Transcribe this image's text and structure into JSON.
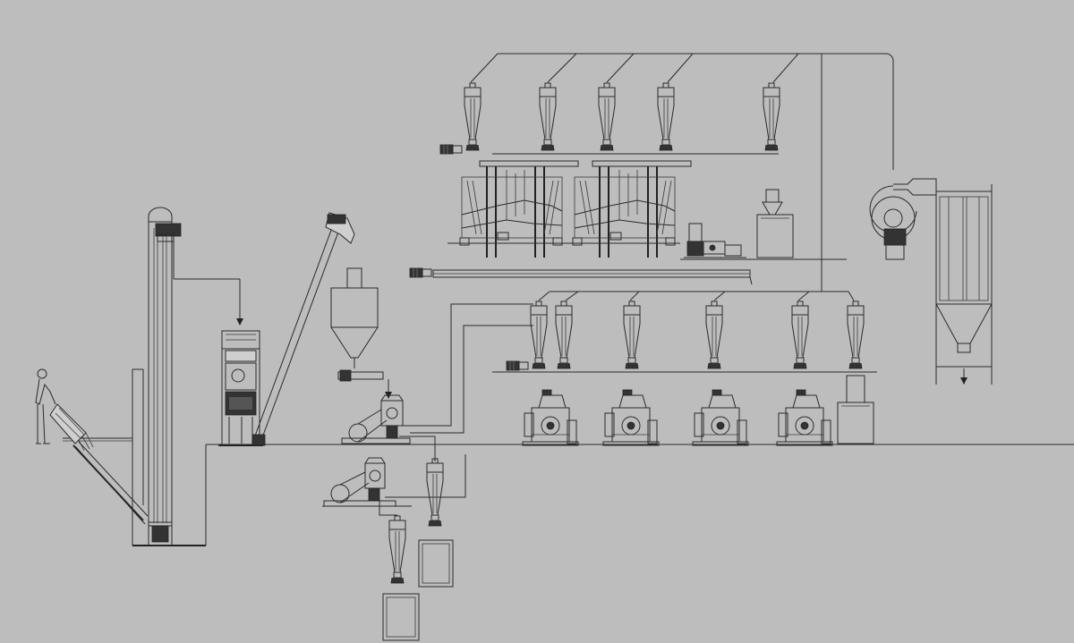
{
  "diagram": {
    "kind": "process flow diagram",
    "background_color": "#bdbdbd",
    "line_color": "#2a2a2a"
  },
  "components": {
    "upper_cyclones": 5,
    "sifters": 2,
    "lower_cyclones": 6,
    "mixer_tanks": 4,
    "grinders": 2,
    "bag_filter": 1
  }
}
